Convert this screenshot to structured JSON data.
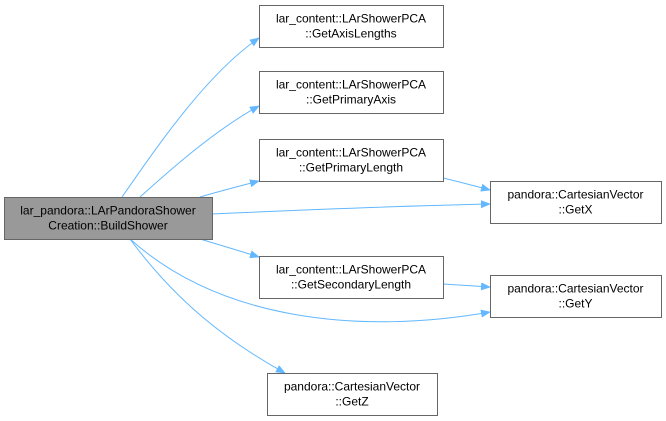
{
  "colors": {
    "edge": "#63b8ff",
    "node_fill": "#ffffff",
    "root_fill": "#999999",
    "border": "#666666"
  },
  "nodes": [
    {
      "id": "build_shower",
      "lines": [
        "lar_pandora::LArPandoraShower",
        "Creation::BuildShower"
      ],
      "root": true
    },
    {
      "id": "get_axis_lengths",
      "lines": [
        "lar_content::LArShowerPCA",
        "::GetAxisLengths"
      ]
    },
    {
      "id": "get_primary_axis",
      "lines": [
        "lar_content::LArShowerPCA",
        "::GetPrimaryAxis"
      ]
    },
    {
      "id": "get_primary_length",
      "lines": [
        "lar_content::LArShowerPCA",
        "::GetPrimaryLength"
      ]
    },
    {
      "id": "get_secondary_length",
      "lines": [
        "lar_content::LArShowerPCA",
        "::GetSecondaryLength"
      ]
    },
    {
      "id": "get_z",
      "lines": [
        "pandora::CartesianVector",
        "::GetZ"
      ]
    },
    {
      "id": "get_x",
      "lines": [
        "pandora::CartesianVector",
        "::GetX"
      ]
    },
    {
      "id": "get_y",
      "lines": [
        "pandora::CartesianVector",
        "::GetY"
      ]
    }
  ],
  "edges": [
    {
      "from": "build_shower",
      "to": "get_axis_lengths"
    },
    {
      "from": "build_shower",
      "to": "get_primary_axis"
    },
    {
      "from": "build_shower",
      "to": "get_primary_length"
    },
    {
      "from": "build_shower",
      "to": "get_x"
    },
    {
      "from": "build_shower",
      "to": "get_secondary_length"
    },
    {
      "from": "build_shower",
      "to": "get_y"
    },
    {
      "from": "build_shower",
      "to": "get_z"
    },
    {
      "from": "get_primary_length",
      "to": "get_x"
    },
    {
      "from": "get_secondary_length",
      "to": "get_y"
    }
  ]
}
